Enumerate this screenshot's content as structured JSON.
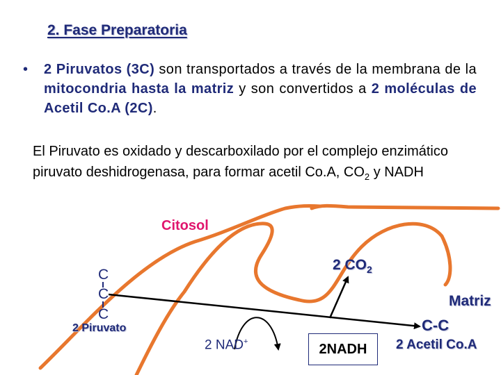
{
  "title": "2. Fase Preparatoria",
  "bullet": {
    "marker": "•",
    "t1": "2 Piruvatos (3C)",
    "t2": "son transportados a través de la membrana de la",
    "t3": "mitocondria hasta la matriz",
    "t4": "y son convertidos a",
    "t5": "2 moléculas de Acetil Co.A (2C)",
    "t6": "."
  },
  "paragraph": {
    "main": "El Piruvato  es oxidado y descarboxilado por el complejo enzimático piruvato deshidrogenasa, para formar acetil Co.A, CO",
    "sub": "2",
    "tail": " y NADH"
  },
  "diagram": {
    "citosol": "Citosol",
    "matriz": "Matriz",
    "pyruvate_letters": [
      "C",
      "C",
      "C"
    ],
    "pyruvate_label": "2 Piruvato",
    "co2_main": "2 CO",
    "co2_sub": "2",
    "nad_main": "2 NAD",
    "nad_sup": "+",
    "nadh": "2NADH",
    "acetyl_letters": "C-C",
    "acetyl_label": "2 Acetil Co.A",
    "colors": {
      "membrane": "#e8772e",
      "arrow": "#000000",
      "text_blue": "#1f2a78",
      "citosol_pink": "#e0156d"
    }
  }
}
